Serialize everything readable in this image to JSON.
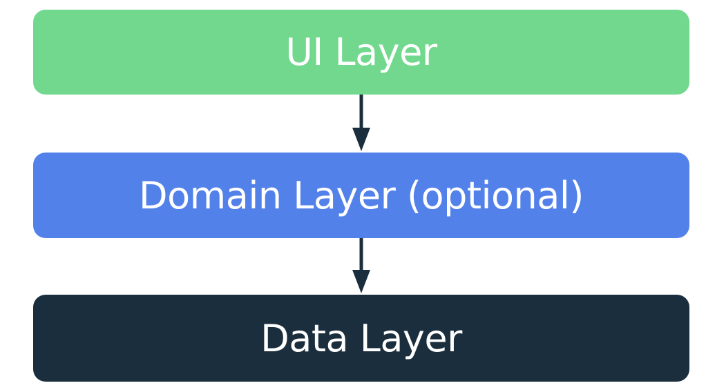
{
  "colors": {
    "ui_layer": "#72d88e",
    "domain_layer": "#5381ea",
    "data_layer": "#1b2e3d",
    "arrow": "#1b2e3d"
  },
  "layers": {
    "ui": {
      "label": "UI Layer"
    },
    "domain": {
      "label": "Domain Layer (optional)"
    },
    "data": {
      "label": "Data Layer"
    }
  }
}
